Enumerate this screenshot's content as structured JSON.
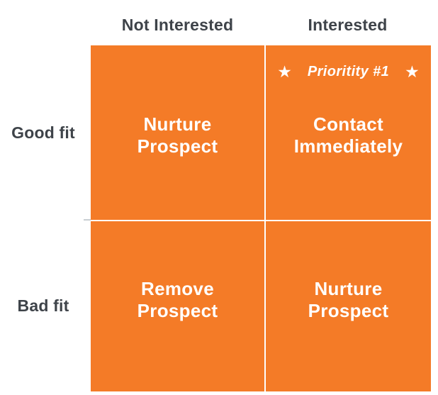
{
  "colors": {
    "canvas_bg": "#ffffff",
    "quad_orange": "#f47b27",
    "label_gray": "#3e4349",
    "divider_white": "#ffffff",
    "text_white": "#ffffff"
  },
  "column_headers": [
    {
      "label": "Not Interested"
    },
    {
      "label": "Interested"
    }
  ],
  "row_headers": [
    {
      "label": "Good fit"
    },
    {
      "label": "Bad fit"
    }
  ],
  "quadrants": {
    "top_left": {
      "title": "Nurture\nProspect"
    },
    "top_right": {
      "title": "Contact\nImmediately"
    },
    "bottom_left": {
      "title": "Remove\nProspect"
    },
    "bottom_right": {
      "title": "Nurture\nProspect"
    }
  },
  "priority_banner": {
    "label": "Prioritity #1",
    "star_icon": "★"
  }
}
